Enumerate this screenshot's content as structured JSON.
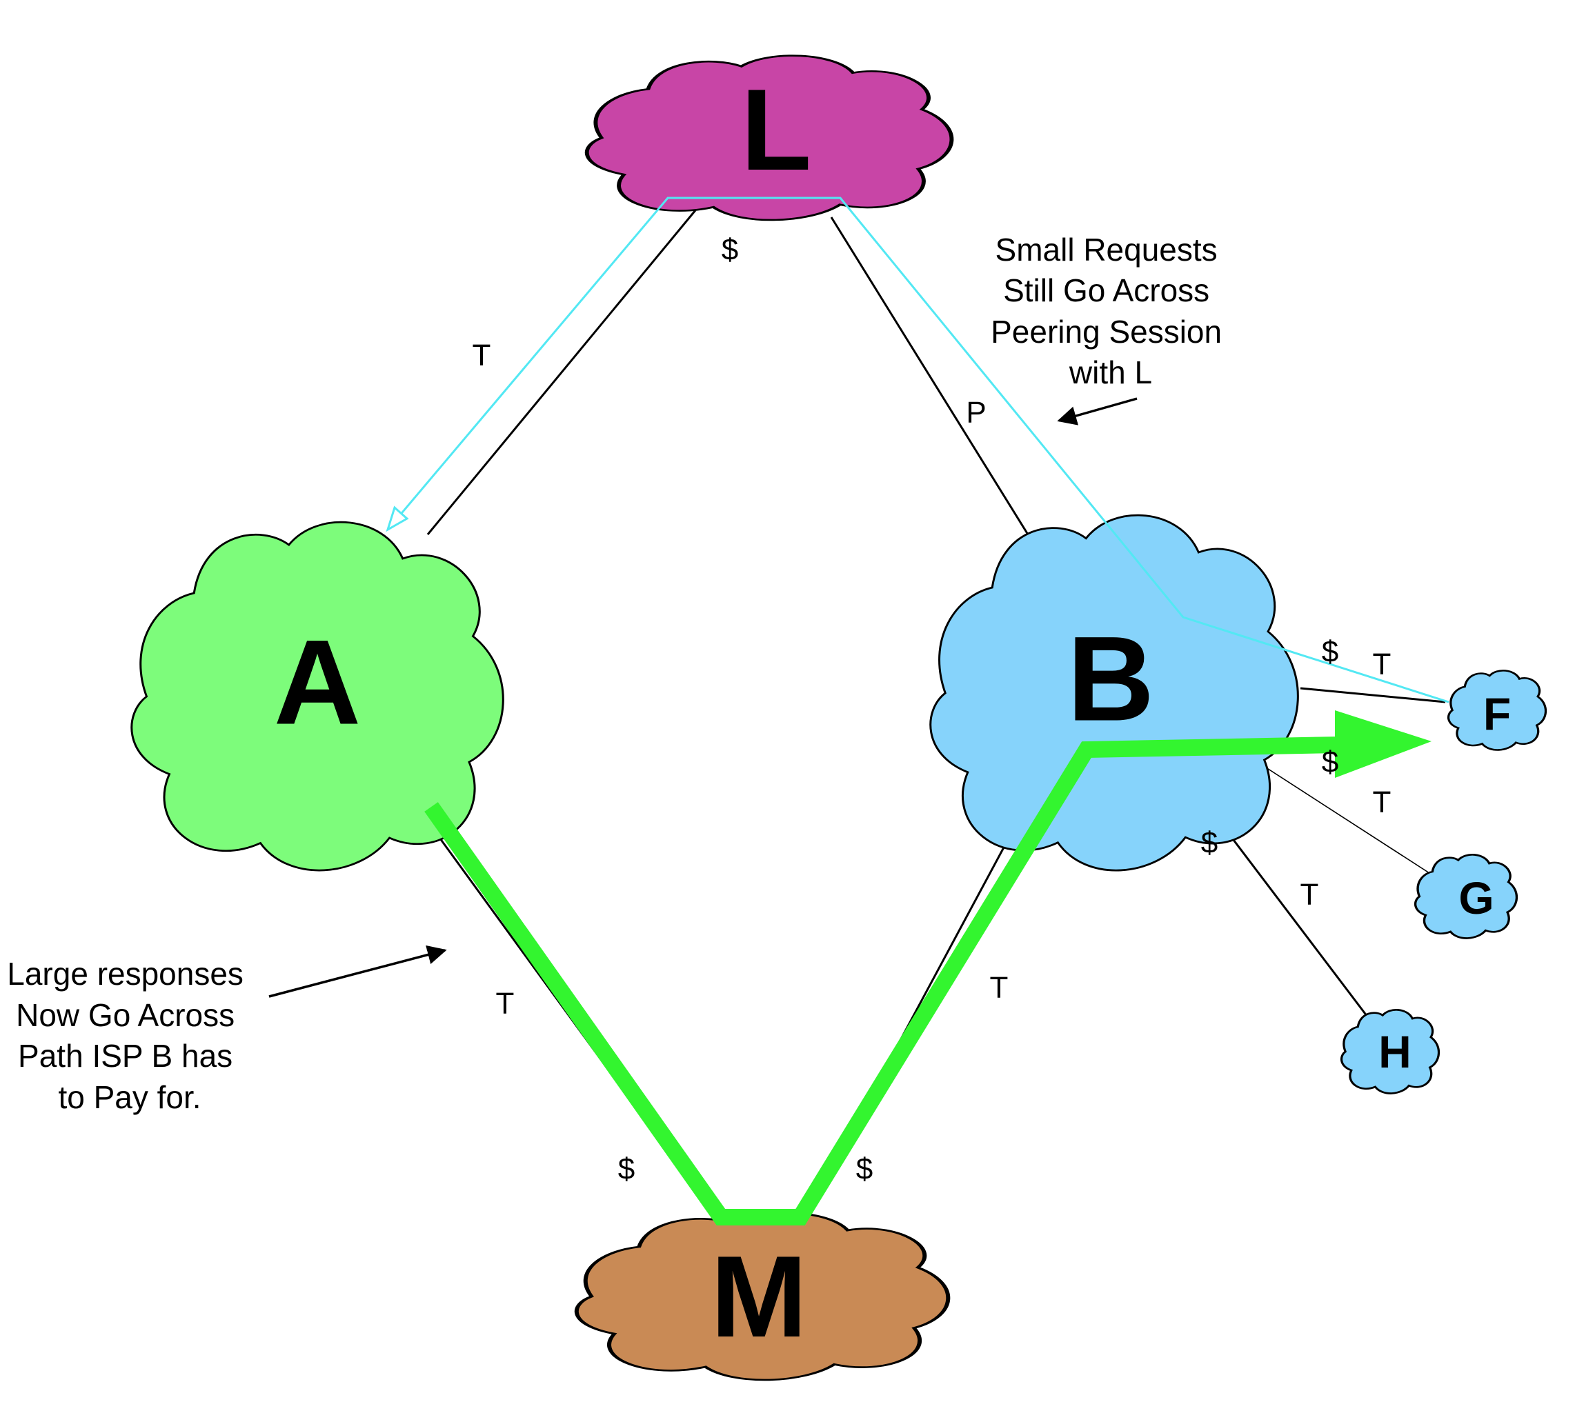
{
  "colors": {
    "L": "#c845a6",
    "A": "#7dfc7b",
    "B": "#86d3fb",
    "small": "#86d3fb",
    "M": "#c98a55",
    "request_path": "#53e8f3",
    "response_path": "#33f52f"
  },
  "nodes": {
    "L": "L",
    "A": "A",
    "B": "B",
    "M": "M",
    "F": "F",
    "G": "G",
    "H": "H"
  },
  "edge_labels": {
    "l_a_dollar": "$",
    "l_a_t": "T",
    "l_b_p": "P",
    "a_m_t": "T",
    "a_m_dollar": "$",
    "b_m_t": "T",
    "b_m_dollar": "$",
    "b_f_dollar": "$",
    "b_f_t": "T",
    "b_g_dollar": "$",
    "b_g_t": "T",
    "b_h_dollar": "$",
    "b_h_t": "T"
  },
  "notes": {
    "small_requests": [
      "Small Requests",
      "Still Go Across",
      "Peering Session",
      "with L"
    ],
    "large_responses": [
      "Large responses",
      "Now Go Across",
      "Path ISP B has",
      "to Pay for."
    ]
  }
}
